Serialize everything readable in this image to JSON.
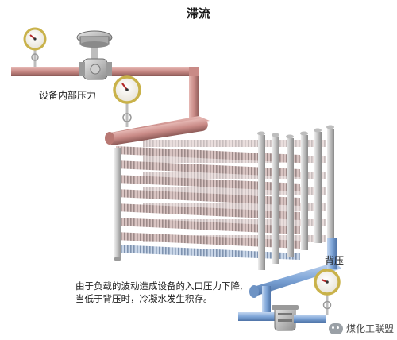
{
  "title": "滞流",
  "labels": {
    "internal_pressure": "设备内部压力",
    "back_pressure": "背压"
  },
  "caption": {
    "line1": "由于负载的波动造成设备的入口压力下降,",
    "line2": "当低于背压时，冷凝水发生积存。"
  },
  "watermark": "煤化工联盟",
  "colors": {
    "steam_pipe": "#c98a86",
    "condensate_pipe": "#7fa6d8",
    "gauge_rim": "#c9b24a",
    "gauge_needle": "#b52a2a",
    "coil_fin": "#a8a8a8"
  },
  "icons": [
    "pressure-gauge-icon",
    "control-valve-icon",
    "steam-trap-icon",
    "wechat-icon"
  ]
}
